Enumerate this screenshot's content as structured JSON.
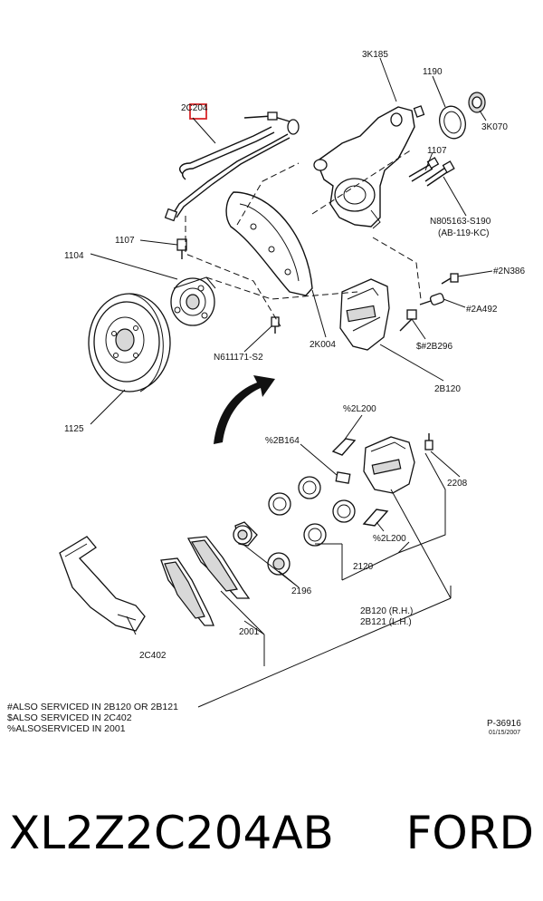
{
  "labels": {
    "l3K185": "3K185",
    "l1190": "1190",
    "l3K070": "3K070",
    "l2C204": "2C204",
    "l1107a": "1107",
    "l1107b": "1107",
    "lN805163": "N805163-S190",
    "lAB119": "(AB-119-KC)",
    "l1104": "1104",
    "l2N386": "#2N386",
    "l2A492": "#2A492",
    "l2B296": "$#2B296",
    "lN611171": "N611171-S2",
    "l2K004": "2K004",
    "l2B120a": "2B120",
    "l1125": "1125",
    "l2L200a": "%2L200",
    "l2B164": "%2B164",
    "l2208": "2208",
    "l2L200b": "%2L200",
    "l2120": "2120",
    "l2196": "2196",
    "l2B120rh": "2B120 (R.H.)",
    "l2B121lh": "2B121 (L.H.)",
    "l2001": "2001",
    "l2C402": "2C402",
    "lP36916": "P-36916",
    "ldate": "01/15/2007"
  },
  "notes": {
    "n1": "#ALSO SERVICED IN 2B120 OR 2B121",
    "n2": "$ALSO SERVICED IN 2C402",
    "n3": "%ALSOSERVICED IN 2001"
  },
  "caption": {
    "part_number": "XL2Z2C204AB",
    "brand": "FORD"
  },
  "highlight_color": "#d9262a"
}
